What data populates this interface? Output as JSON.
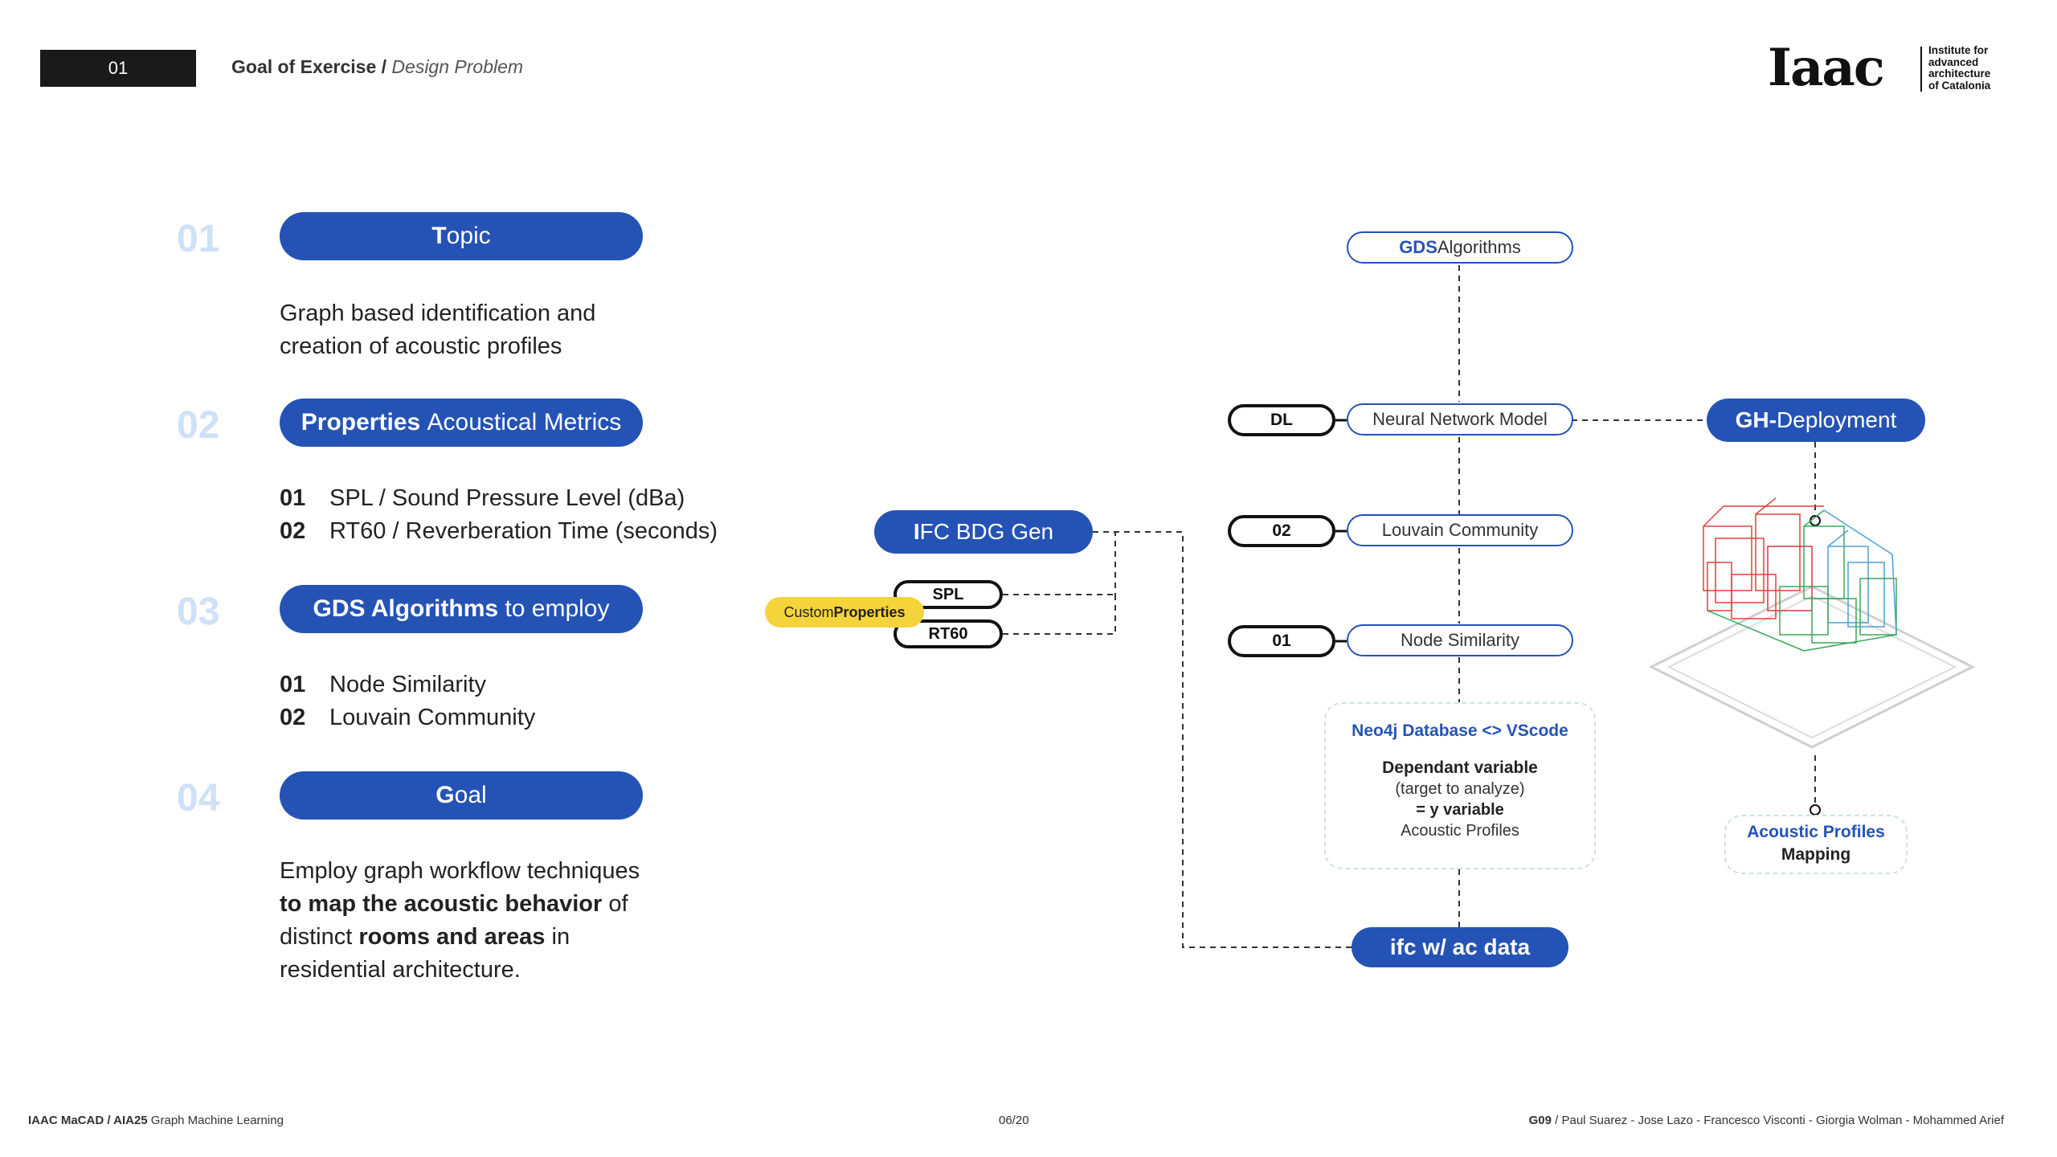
{
  "header": {
    "slide_number": "01",
    "title_bold": "Goal of Exercise /",
    "title_italic": "Design Problem"
  },
  "logo": {
    "mark": "Iaac",
    "line1": "Institute for",
    "line2": "advanced",
    "line3": "architecture",
    "line4": "of Catalonia"
  },
  "sections": [
    {
      "number": "01",
      "pill_bold": "T",
      "pill_regular": "opic",
      "text_line1": "Graph based identification and",
      "text_line2": "creation of acoustic profiles"
    },
    {
      "number": "02",
      "pill_bold": "Properties",
      "pill_regular": " Acoustical Metrics",
      "items": [
        {
          "n": "01",
          "label": "SPL / Sound Pressure Level (dBa)"
        },
        {
          "n": "02",
          "label": "RT60 / Reverberation Time (seconds)"
        }
      ]
    },
    {
      "number": "03",
      "pill_bold": "GDS Algorithms",
      "pill_regular": " to employ",
      "items": [
        {
          "n": "01",
          "label": "Node Similarity"
        },
        {
          "n": "02",
          "label": "Louvain Community"
        }
      ]
    },
    {
      "number": "04",
      "pill_bold": "G",
      "pill_regular": "oal",
      "goal_l1": "Employ graph workflow techniques",
      "goal_l2_bold": "to map the acoustic behavior",
      "goal_l2_rest": " of",
      "goal_l3_a": "distinct ",
      "goal_l3_bold": "rooms and areas",
      "goal_l3_rest": " in",
      "goal_l4": "residential architecture."
    }
  ],
  "diagram": {
    "gds_bold": "GDS",
    "gds_rest": " Algorithms",
    "dl_tag": "DL",
    "neural": "Neural Network Model",
    "gh_bold": "GH-",
    "gh_rest": "Deployment",
    "tag_02": "02",
    "louvain": "Louvain Community",
    "tag_01": "01",
    "node_sim": "Node Similarity",
    "ifc_bold": "I",
    "ifc_rest": "FC BDG Gen",
    "spl": "SPL",
    "rt60": "RT60",
    "custom_a": "Custom ",
    "custom_b": "Properties",
    "neo4j": "Neo4j Database <> VScode",
    "dep_var": "Dependant variable",
    "target": "(target to analyze)",
    "yvar": "= y variable",
    "acoustic_profiles": "Acoustic Profiles",
    "ifc_ac": "ifc w/ ac data",
    "map_title": "Acoustic Profiles",
    "map_sub": "Mapping"
  },
  "colors": {
    "primary_blue": "#2553b5",
    "number_blue": "#cfe0f7",
    "yellow": "#f5d33a"
  },
  "footer": {
    "left_bold": "IAAC MaCAD / AIA25",
    "left_rest": " Graph Machine Learning",
    "page": "06/20",
    "right_bold": "G09",
    "right_rest": " / Paul Suarez - Jose Lazo - Francesco Visconti - Giorgia Wolman - Mohammed Arief"
  }
}
